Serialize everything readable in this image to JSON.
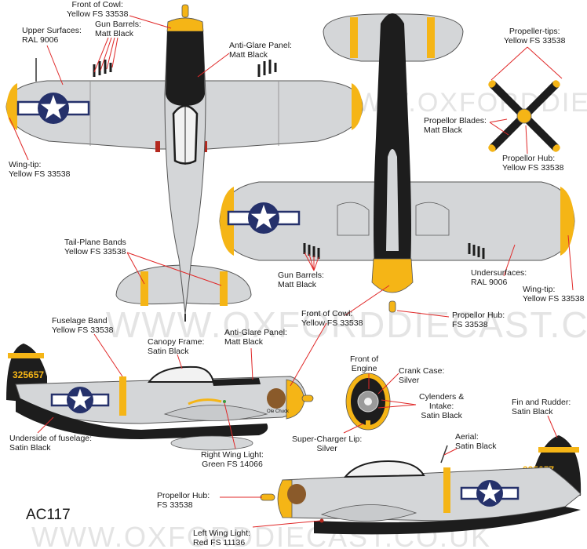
{
  "code": "AC117",
  "watermark": "WWW.OXFORDDIECAST.CO.UK",
  "serial": "325657",
  "nose_art": "Ole Chuck",
  "callouts": {
    "front_cowl_top": [
      "Front of Cowl:",
      "Yellow FS 33538"
    ],
    "upper_surfaces": [
      "Upper Surfaces:",
      "RAL 9006"
    ],
    "gun_barrels_top": [
      "Gun Barrels:",
      "Matt Black"
    ],
    "anti_glare_top": [
      "Anti-Glare Panel:",
      "Matt Black"
    ],
    "wing_tip_top": [
      "Wing-tip:",
      "Yellow FS 33538"
    ],
    "tailplane_bands": [
      "Tail-Plane Bands",
      "Yellow FS 33538"
    ],
    "propeller_tips": [
      "Propeller-tips:",
      "Yellow FS 33538"
    ],
    "propeller_blades": [
      "Propellor Blades:",
      "Matt Black"
    ],
    "propeller_hub_top": [
      "Propellor Hub:",
      "Yellow FS 33538"
    ],
    "gun_barrels_under": [
      "Gun Barrels:",
      "Matt Black"
    ],
    "undersurfaces": [
      "Undersurfaces:",
      "RAL 9006"
    ],
    "wing_tip_under": [
      "Wing-tip:",
      "Yellow FS 33538"
    ],
    "front_cowl_under": [
      "Front of Cowl:",
      "Yellow FS 33538"
    ],
    "propeller_hub_under": [
      "Propellor Hub:",
      "FS 33538"
    ],
    "fuselage_band": [
      "Fuselage Band",
      "Yellow FS 33538"
    ],
    "canopy_frame": [
      "Canopy Frame:",
      "Satin Black"
    ],
    "anti_glare_side": [
      "Anti-Glare Panel:",
      "Matt Black"
    ],
    "front_engine": [
      "Front of",
      "Engine"
    ],
    "crank_case": [
      "Crank Case:",
      "Silver"
    ],
    "cylinders": [
      "Cylenders &",
      "Intake:",
      "Satin Black"
    ],
    "supercharger": [
      "Super-Charger Lip:",
      "Silver"
    ],
    "underside_fuselage": [
      "Underside of fuselage:",
      "Satin Black"
    ],
    "right_wing_light": [
      "Right Wing Light:",
      "Green FS 14066"
    ],
    "fin_rudder": [
      "Fin and Rudder:",
      "Satin Black"
    ],
    "aerial": [
      "Aerial:",
      "Satin Black"
    ],
    "propeller_hub_side": [
      "Propellor Hub:",
      "FS 33538"
    ],
    "left_wing_light": [
      "Left Wing Light:",
      "Red FS 11136"
    ]
  },
  "colors": {
    "silver": "#d4d6d8",
    "yellow": "#f5b516",
    "black": "#1d1d1d",
    "roundel_blue": "#25316b",
    "leader_red": "#e02828",
    "red_light": "#b4281e",
    "green_light": "#3c9a3c"
  }
}
